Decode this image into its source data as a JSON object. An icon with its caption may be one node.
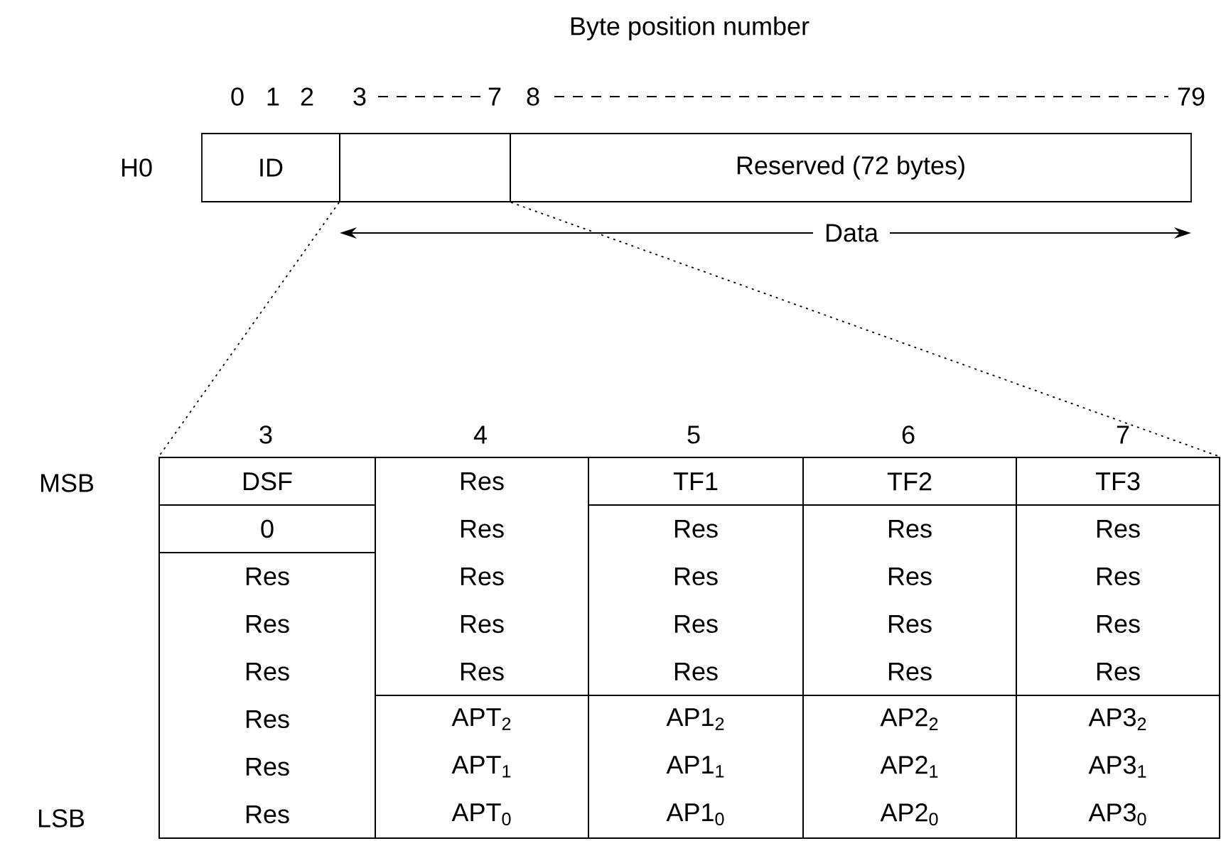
{
  "diagram": {
    "nodes": [
      {
        "text": [
          "ID"
        ]
      },
      {
        "text": [],
        "shape": "box"
      },
      {
        "text": [
          "Reserved (72 bytes)"
        ]
      },
      {
        "text": [],
        "shape": "box"
      },
      {
        "text": [
          "DSF"
        ],
        "in": 3
      },
      {
        "text": [
          "Res",
          "Res",
          "Res",
          "Res",
          "Res"
        ],
        "in": 3
      },
      {
        "text": [
          "TF1"
        ],
        "in": 3
      },
      {
        "text": [
          "TF2"
        ],
        "in": 3
      },
      {
        "text": [
          "TF3"
        ],
        "in": 3
      },
      {
        "text": [
          "0"
        ],
        "in": 3
      },
      {
        "text": [
          "Res",
          "Res",
          "Res",
          "Res"
        ],
        "in": 3
      },
      {
        "text": [
          "Res",
          "Res",
          "Res",
          "Res"
        ],
        "in": 3
      },
      {
        "text": [
          "Res",
          "Res",
          "Res",
          "Res"
        ],
        "in": 3
      },
      {
        "text": [
          "Res",
          "Res",
          "Res",
          "Res",
          "Res",
          "Res"
        ],
        "in": 3
      },
      {
        "text": [
          "APT$_{2}$",
          "APT$_{1}$",
          "APT$_{0}$"
        ],
        "in": 3
      },
      {
        "text": [
          "AP1$_{2}$",
          "AP1$_{1}$",
          "AP1$_{0}$"
        ],
        "in": 3
      },
      {
        "text": [
          "AP2$_{2}$",
          "AP2$_{1}$",
          "AP2$_{0}$"
        ],
        "in": 3
      },
      {
        "text": [
          "AP3$_{2}$",
          "AP3$_{1}$",
          "AP3$_{0}$"
        ],
        "in": 3
      }
    ],
    "edges": [
      {
        "from": 1,
        "to": 3,
        "arrow": "none",
        "style": "dashed"
      },
      {
        "from": 1,
        "to": 3,
        "arrow": "none",
        "style": "dashed"
      }
    ],
    "labels": [
      "Byte position number",
      "0",
      "1",
      "2",
      "3",
      "7",
      "8",
      "79",
      "H0",
      "Data",
      "3",
      "4",
      "5",
      "6",
      "7",
      "MSB",
      "LSB"
    ]
  }
}
